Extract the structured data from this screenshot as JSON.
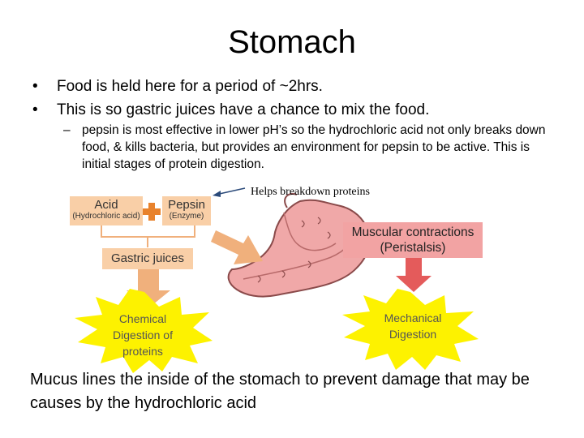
{
  "slide": {
    "title": "Stomach",
    "bullets": [
      "Food is held here for a period of ~2hrs.",
      "This is so gastric juices have a chance to mix the food."
    ],
    "sub_bullet": "pepsin is most effective in lower pH’s so the hydrochloric acid not only breaks down food, & kills bacteria, but provides an environment for pepsin to be active. This is initial stages of protein digestion.",
    "bottom_text": "Mucus lines the inside of the stomach to prevent damage that may be causes by the hydrochloric acid"
  },
  "diagram": {
    "acid_label": "Acid",
    "acid_sub": "(Hydrochloric acid)",
    "pepsin_label": "Pepsin",
    "pepsin_sub": "(Enzyme)",
    "gastric_label": "Gastric juices",
    "chemical_label": "Chemical Digestion of proteins",
    "muscular_label": "Muscular contractions (Peristalsis)",
    "mechanical_label": "Mechanical Digestion",
    "annotation": "Helps breakdown proteins",
    "colors": {
      "box_orange": "#f9cfa7",
      "box_red": "#f2a3a3",
      "arrow_orange": "#f0b07c",
      "arrow_red": "#e45b5b",
      "burst_yellow": "#fdf200",
      "stomach_pink": "#f0a8a8"
    }
  }
}
